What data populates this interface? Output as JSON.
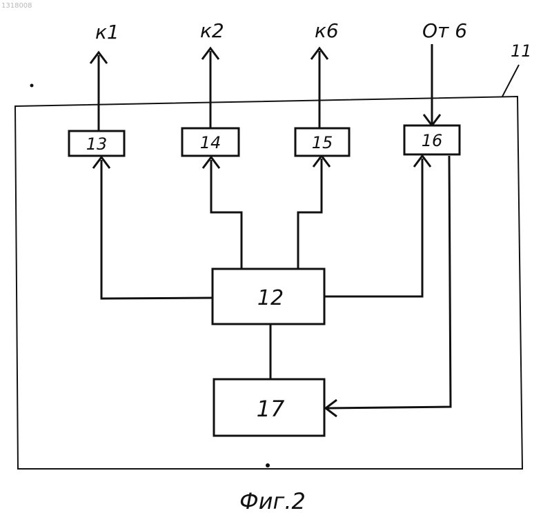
{
  "doc_id": "1318008",
  "figure_caption": "Фиг.2",
  "outer_block_label": "11",
  "blocks": {
    "b12": "12",
    "b13": "13",
    "b14": "14",
    "b15": "15",
    "b16": "16",
    "b17": "17"
  },
  "io": {
    "out1": "к1",
    "out2": "к2",
    "out3": "к6",
    "in1": "От 6"
  },
  "colors": {
    "ink": "#111111",
    "paper": "#ffffff"
  }
}
